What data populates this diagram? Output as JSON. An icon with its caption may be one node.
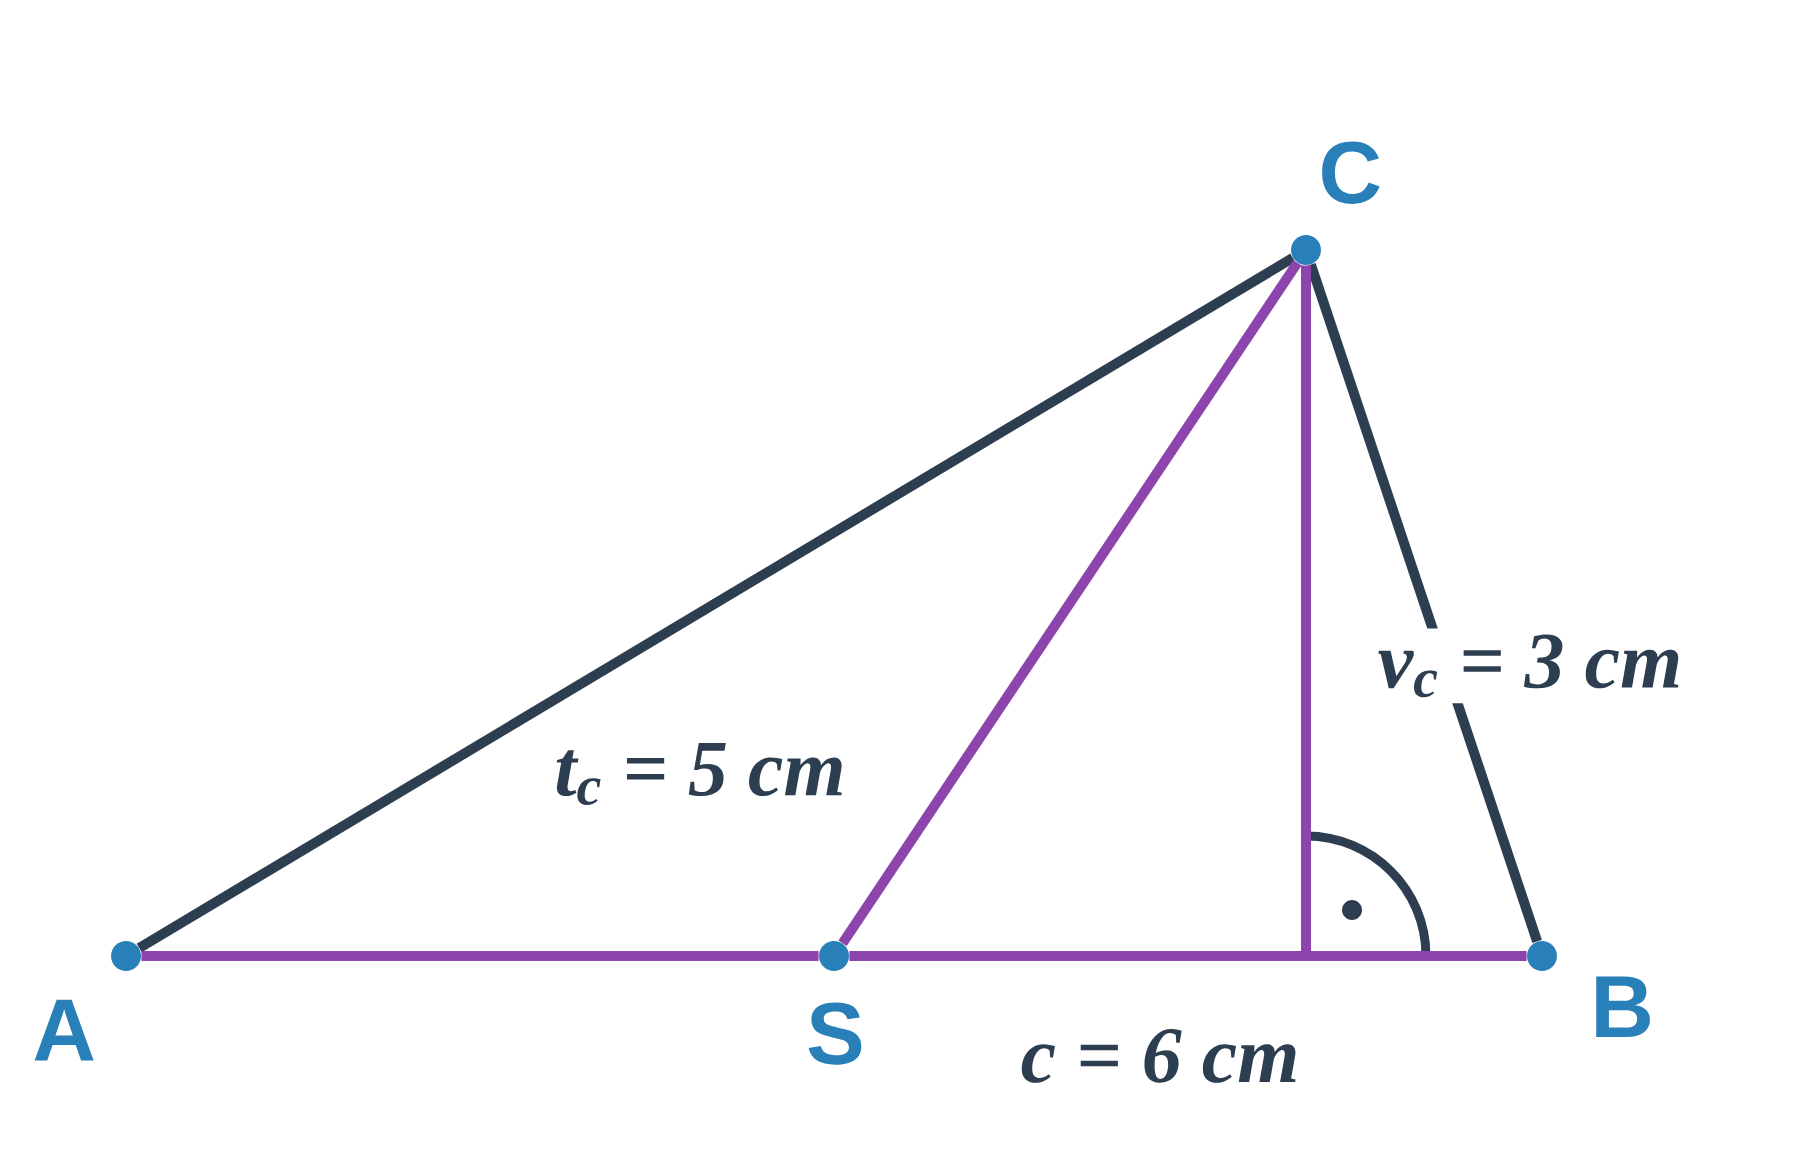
{
  "diagram": {
    "nodes": [
      {
        "text": [
          "A"
        ]
      },
      {
        "text": [
          "B"
        ]
      },
      {
        "text": [
          "C"
        ]
      },
      {
        "text": [
          "S"
        ]
      },
      {
        "text": [],
        "shape": "arc"
      }
    ],
    "edges": [
      {
        "from": 0,
        "to": 2,
        "arrow": "none",
        "color": "#2c3e50"
      },
      {
        "from": 2,
        "to": 1,
        "arrow": "none",
        "color": "#2c3e50"
      },
      {
        "from": 0,
        "to": 3,
        "arrow": "none"
      },
      {
        "from": 3,
        "to": 1,
        "arrow": "none",
        "label": "c = 6 cm"
      },
      {
        "from": 3,
        "to": 2,
        "arrow": "none",
        "label": "t$_{c}$ = 5 cm"
      },
      {
        "from": 2,
        "to": 4,
        "arrow": "none",
        "label": "v$_{c}$ = 3 cm"
      }
    ]
  }
}
